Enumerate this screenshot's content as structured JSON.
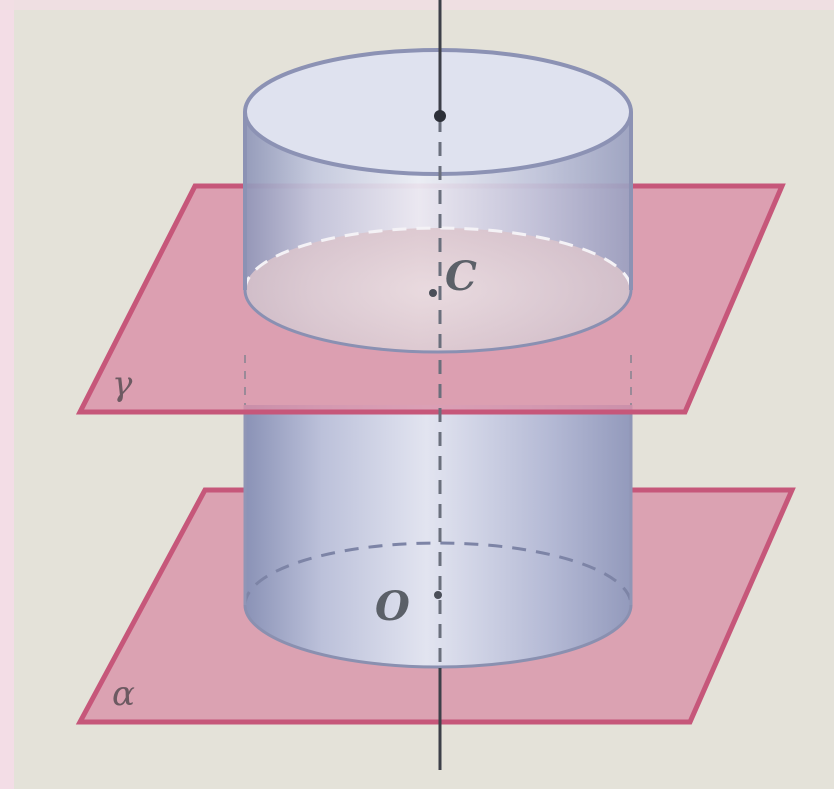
{
  "figure": {
    "points": {
      "upper": "C",
      "lower": "O"
    },
    "planes": {
      "upper": "γ",
      "lower": "α"
    }
  },
  "colors": {
    "background": "#e6e4dc",
    "page_border": "#f3dde6",
    "plane_fill": "#d98fa6",
    "plane_edge": "#c6577a",
    "cylinder_light": "#e4e6f2",
    "cylinder_dark": "#8f96b8",
    "axis": "#3c3f48"
  }
}
